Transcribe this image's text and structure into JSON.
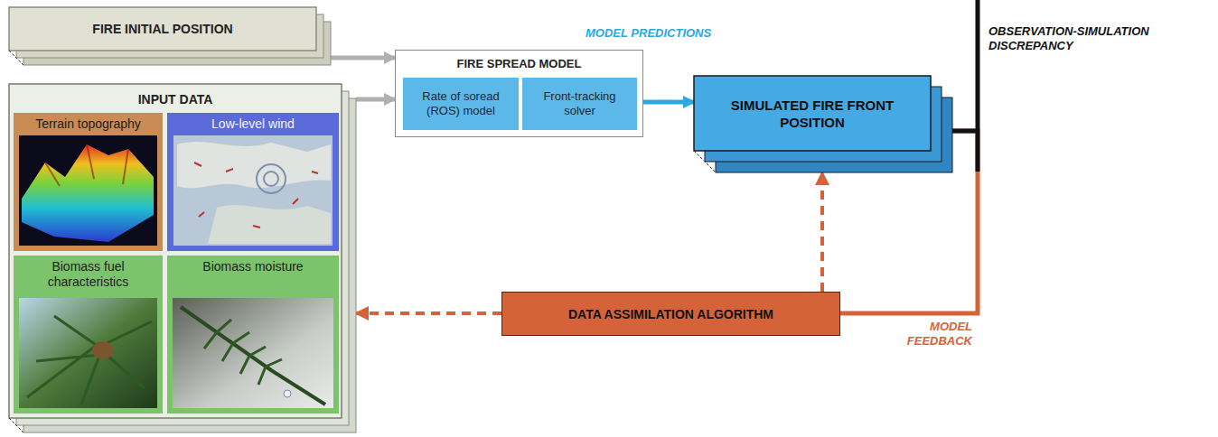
{
  "diagram": {
    "nodes": [
      {
        "text": [
          "FIRE INITIAL POSITION"
        ]
      },
      {
        "text": [
          "INPUT DATA"
        ]
      },
      {
        "text": [
          "Terrain topography"
        ],
        "in": 1
      },
      {
        "text": [
          "Low-level wind"
        ],
        "in": 1
      },
      {
        "text": [
          "Biomass fuel characteristics"
        ],
        "in": 1
      },
      {
        "text": [
          "Biomass moisture"
        ],
        "in": 1
      },
      {
        "text": [
          "FIRE SPREAD MODEL"
        ]
      },
      {
        "text": [
          "Rate of soread (ROS) model"
        ],
        "in": 6
      },
      {
        "text": [
          "Front-tracking solver"
        ],
        "in": 6
      },
      {
        "text": [
          "SIMULATED FIRE FRONT POSITION"
        ]
      },
      {
        "text": [
          "DATA ASSIMILATION ALGORITHM"
        ]
      }
    ],
    "edges": [
      {
        "from": 0,
        "to": 6,
        "arrow": "to"
      },
      {
        "from": 1,
        "to": 6,
        "arrow": "to"
      },
      {
        "from": 6,
        "to": 9,
        "arrow": "to"
      },
      {
        "from": 10,
        "to": 9,
        "arrow": "to"
      },
      {
        "from": 10,
        "to": 1,
        "arrow": "to"
      },
      {
        "from": 9,
        "to": 10,
        "arrow": "none"
      }
    ],
    "labels": [
      "MODEL PREDICTIONS",
      "OBSERVATION-SIMULATION DISCREPANCY",
      "MODEL FEEDBACK"
    ]
  }
}
